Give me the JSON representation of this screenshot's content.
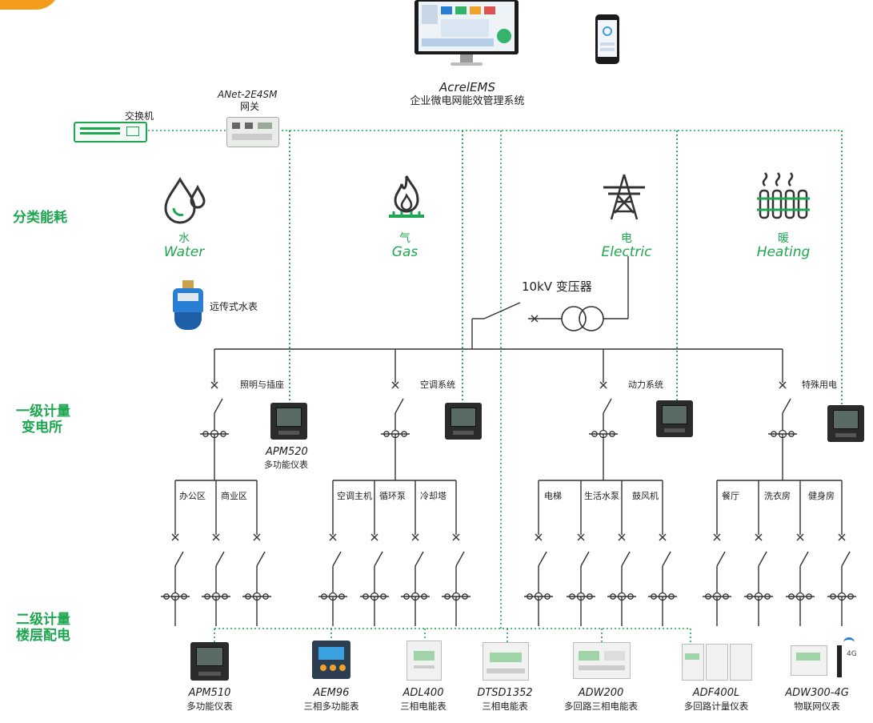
{
  "system": {
    "title": "AcrelEMS",
    "subtitle": "企业微电网能效管理系统"
  },
  "network": {
    "switch_label": "交换机",
    "gateway_model": "ANet-2E4SM",
    "gateway_label": "网关"
  },
  "sections": {
    "category": "分类能耗",
    "level1_line1": "一级计量",
    "level1_line2": "变电所",
    "level2_line1": "二级计量",
    "level2_line2": "楼层配电"
  },
  "categories": [
    {
      "cn": "水",
      "en": "Water",
      "icon": "water-drop-icon"
    },
    {
      "cn": "气",
      "en": "Gas",
      "icon": "gas-flame-icon"
    },
    {
      "cn": "电",
      "en": "Electric",
      "icon": "power-tower-icon"
    },
    {
      "cn": "暖",
      "en": "Heating",
      "icon": "radiator-icon"
    }
  ],
  "water_meter_label": "远传式水表",
  "transformer_label": "10kV 变压器",
  "feeders": [
    {
      "label": "照明与插座",
      "branches": [
        "办公区",
        "商业区"
      ]
    },
    {
      "label": "空调系统",
      "branches": [
        "空调主机",
        "循环泵",
        "冷却塔"
      ]
    },
    {
      "label": "动力系统",
      "branches": [
        "电梯",
        "生活水泵",
        "鼓风机"
      ]
    },
    {
      "label": "特殊用电",
      "branches": [
        "餐厅",
        "洗衣房",
        "健身房"
      ]
    }
  ],
  "level1_meter": {
    "model": "APM520",
    "desc": "多功能仪表"
  },
  "devices": [
    {
      "model": "APM510",
      "desc": "多功能仪表"
    },
    {
      "model": "AEM96",
      "desc": "三相多功能表"
    },
    {
      "model": "ADL400",
      "desc": "三相电能表"
    },
    {
      "model": "DTSD1352",
      "desc": "三相电能表"
    },
    {
      "model": "ADW200",
      "desc": "多回路三相电能表"
    },
    {
      "model": "ADF400L",
      "desc": "多回路计量仪表"
    },
    {
      "model": "ADW300-4G",
      "desc": "物联网仪表"
    }
  ],
  "badge_4g": "4G",
  "colors": {
    "green": "#1ea650",
    "line": "#333333",
    "dotted": "#1ea650",
    "accent": "#f39c1e"
  }
}
